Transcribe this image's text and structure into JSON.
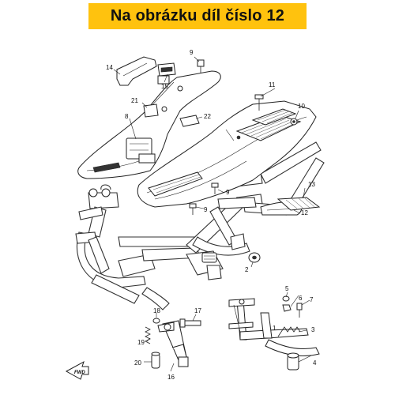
{
  "banner": {
    "text": "Na obrázku díl číslo 12"
  },
  "fwd_label": "FWD",
  "callouts": [
    "1",
    "2",
    "3",
    "4",
    "5",
    "6",
    "7",
    "8",
    "9",
    "9",
    "9",
    "10",
    "11",
    "12",
    "13",
    "14",
    "15",
    "16",
    "17",
    "18",
    "19",
    "20",
    "21",
    "22"
  ],
  "colors": {
    "banner_bg": "#ffc20e",
    "line": "#222222"
  }
}
